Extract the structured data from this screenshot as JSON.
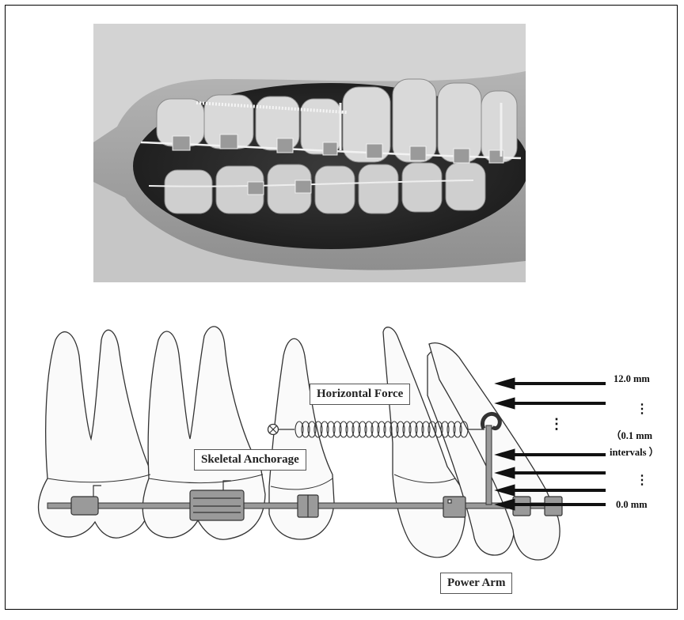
{
  "photo": {
    "subject": "intraoral-photo-orthodontic-appliance"
  },
  "diagram": {
    "labels": {
      "horizontal_force": "Horizontal Force",
      "skeletal_anchorage": "Skeletal Anchorage",
      "power_arm": "Power Arm"
    },
    "heights": {
      "top": "12.0 mm",
      "dots_upper": "⋮",
      "interval_open": "（0.1 mm",
      "interval_close": "intervals ）",
      "dots_lower": "⋮",
      "bottom": "0.0 mm"
    },
    "center_dots": "⋮"
  },
  "colors": {
    "line": "#333333",
    "fill_light": "#f7f7f7",
    "bracket": "#8a8a8a",
    "photo_bg": "#6f6f6f"
  }
}
